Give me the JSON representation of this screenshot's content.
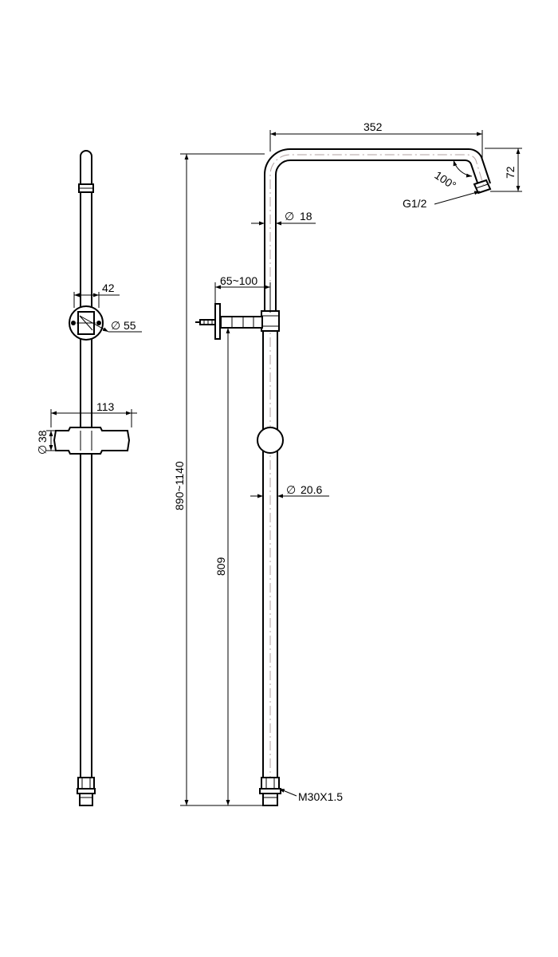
{
  "dimensions": {
    "width_bracket": "42",
    "dia_bracket": "55",
    "width_slider": "113",
    "dia_slider": "38",
    "arm_length": "352",
    "arm_drop": "72",
    "arm_angle": "100°",
    "outlet_thread": "G1/2",
    "dia_upper_pipe": "18",
    "wall_offset": "65~100",
    "dia_lower_pipe": "20.6",
    "total_height": "890~1140",
    "inlet_height": "809",
    "inlet_thread": "M30X1.5"
  },
  "symbols": {
    "diameter": "∅"
  }
}
